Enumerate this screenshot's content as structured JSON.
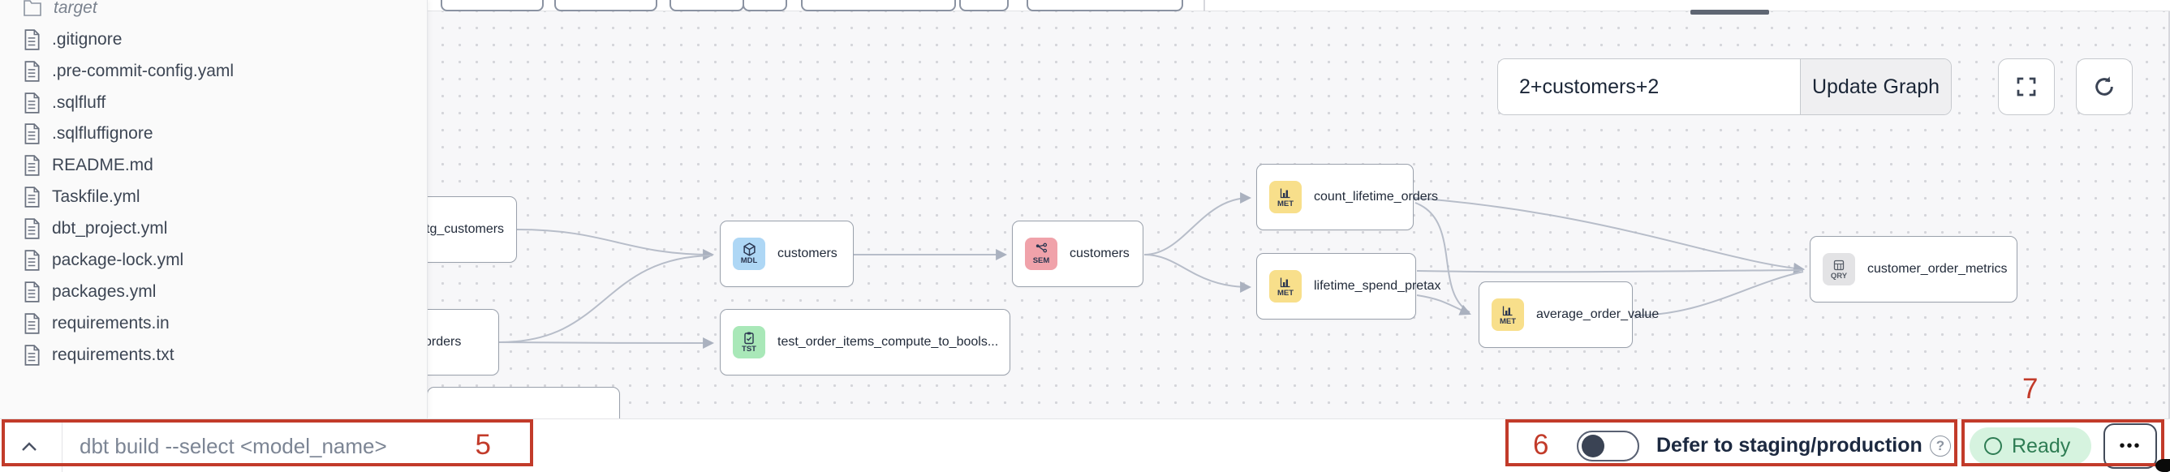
{
  "sidebar": {
    "folder": "target",
    "files": [
      ".gitignore",
      ".pre-commit-config.yaml",
      ".sqlfluff",
      ".sqlfluffignore",
      "README.md",
      "Taskfile.yml",
      "dbt_project.yml",
      "package-lock.yml",
      "packages.yml",
      "requirements.in",
      "requirements.txt"
    ]
  },
  "graph": {
    "selector_value": "2+customers+2",
    "update_graph_label": "Update Graph",
    "nodes": [
      {
        "label": "stg_customers",
        "type": ""
      },
      {
        "label": "orders",
        "type": ""
      },
      {
        "label": "customers",
        "type": "MDL"
      },
      {
        "label": "test_order_items_compute_to_bools...",
        "type": "TST"
      },
      {
        "label": "customers",
        "type": "SEM"
      },
      {
        "label": "count_lifetime_orders",
        "type": "MET"
      },
      {
        "label": "lifetime_spend_pretax",
        "type": "MET"
      },
      {
        "label": "average_order_value",
        "type": "MET"
      },
      {
        "label": "customer_order_metrics",
        "type": "QRY"
      }
    ],
    "icons": {
      "fullscreen": "fullscreen-icon",
      "refresh": "refresh-icon",
      "MDL": "cube-icon",
      "TST": "clipboard-check-icon",
      "SEM": "branch-icon",
      "MET": "bar-chart-icon",
      "QRY": "query-table-icon"
    }
  },
  "bottom_bar": {
    "command_placeholder": "dbt build --select <model_name>",
    "defer_label": "Defer to staging/production",
    "help_glyph": "?",
    "status_label": "Ready",
    "more_label": "•••"
  },
  "annotations": {
    "box5": "5",
    "box6": "6",
    "box7": "7"
  },
  "colors": {
    "annotation_red": "#c23b2a",
    "badge_mdl": "#aed7f5",
    "badge_tst": "#a9e8b8",
    "badge_sem": "#f0a2aa",
    "badge_met": "#f8df8b",
    "badge_qry": "#e3e3e5",
    "ready_bg": "#d6f3df",
    "ready_green": "#2f7d54",
    "edge_gray": "#b7bdc9"
  }
}
